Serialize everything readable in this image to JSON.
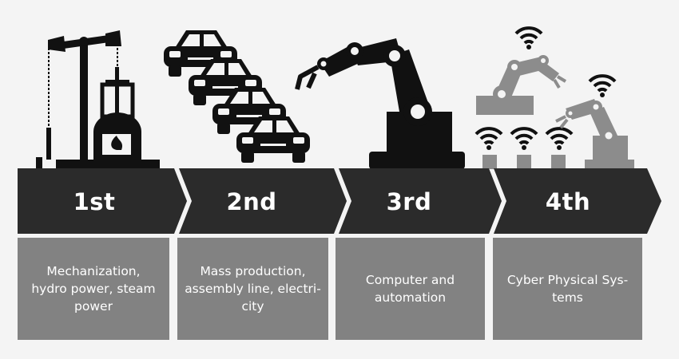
{
  "colors": {
    "background": "#f4f4f4",
    "arrow": "#2b2b2b",
    "box": "#828282",
    "icon_dark": "#111111",
    "icon_gray": "#8c8c8c"
  },
  "stages": [
    {
      "label": "1st",
      "icon": "steam-engine-icon",
      "description": "Mechanization,\nhydro power, steam\npower"
    },
    {
      "label": "2nd",
      "icon": "cars-assembly-icon",
      "description": "Mass production,\nassembly line, electri-\ncity"
    },
    {
      "label": "3rd",
      "icon": "robot-arm-icon",
      "description": "Computer and\nautomation"
    },
    {
      "label": "4th",
      "icon": "connected-robots-icon",
      "description": "Cyber Physical Sys-\ntems"
    }
  ]
}
